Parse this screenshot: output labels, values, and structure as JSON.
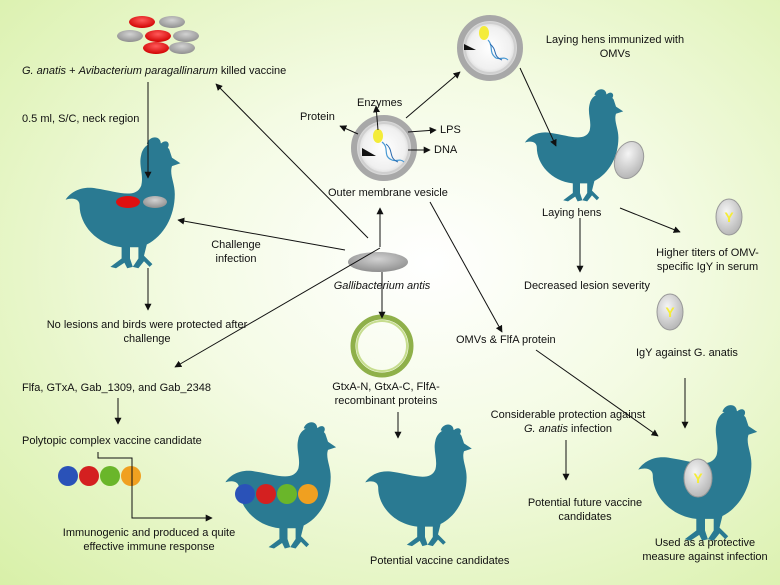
{
  "colors": {
    "hen": "#2a7a92",
    "arrow": "#111111",
    "vesicle_ring": "#9a9a9a",
    "ring_green": "#8fb04a",
    "bacterium": "#a9a9a9",
    "red": "#e01010",
    "lps_yellow": "#f4ec3a",
    "bead_blue": "#2a52b8",
    "bead_red": "#d42020",
    "bead_green": "#6ab62a",
    "bead_orange": "#f0a020"
  },
  "icons": [
    "hen-icon",
    "bacteria-cluster-icon",
    "outer-membrane-vesicle-icon",
    "egg-icon",
    "igy-antibody-icon",
    "recombinant-protein-ring-icon",
    "protein-beads-icon"
  ],
  "labels": {
    "killed_vaccine_a": "G. anatis",
    "killed_vaccine_b": " + ",
    "killed_vaccine_c": "Avibacterium paragallinarum",
    "killed_vaccine_d": " killed vaccine",
    "dose": "0.5 ml, S/C, neck region",
    "no_lesions": "No lesions and birds were protected after challenge",
    "challenge": "Challenge infection",
    "gallibacterium": "Gallibacterium antis",
    "protein": "Protein",
    "enzymes": "Enzymes",
    "lps": "LPS",
    "dna": "DNA",
    "omv": "Outer membrane vesicle",
    "hens_immunized": "Laying hens immunized with OMVs",
    "laying_hens": "Laying hens",
    "decreased": "Decreased lesion severity",
    "higher_titers": "Higher titers of OMV-specific IgY in serum",
    "igy_against": "IgY against G. anatis",
    "omv_flfa": "OMVs & FlfA protein",
    "flfa_list": "Flfa, GTxA, Gab_1309, and Gab_2348",
    "polytopic": "Polytopic complex vaccine candidate",
    "immunogenic": "Immunogenic and produced a quite effective immune response",
    "gtxa": "GtxA-N, GtxA-C, FlfA-recombinant proteins",
    "potential_candidates": "Potential vaccine candidates",
    "considerable_a": "Considerable protection against ",
    "considerable_b": "G. anatis",
    "considerable_c": " infection",
    "future": "Potential future vaccine candidates",
    "used_as": "Used as a protective measure against infection",
    "igy_letter": "Y"
  }
}
